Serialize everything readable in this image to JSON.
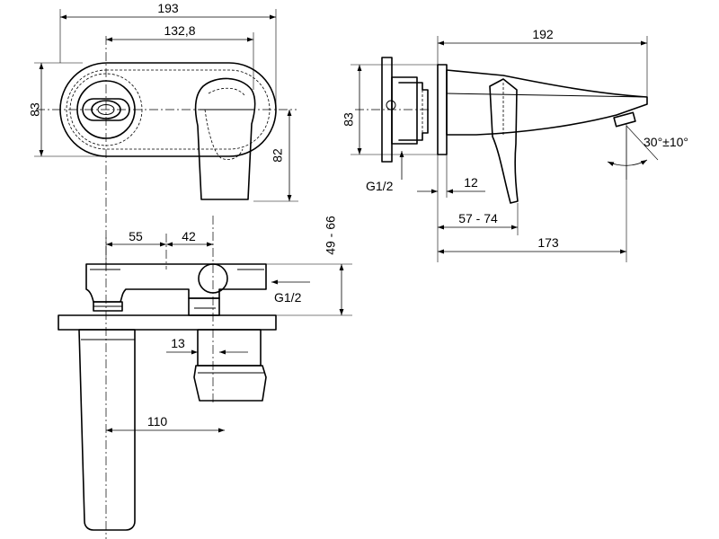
{
  "dimensions": {
    "front_overall_width": "193",
    "front_inner_width": "132,8",
    "front_plate_height": "83",
    "front_lever_height": "82",
    "top_offset_55": "55",
    "top_offset_42": "42",
    "top_depth_range": "49 - 66",
    "top_inlet_label": "G1/2",
    "top_body_offset": "13",
    "top_spout_offset": "110",
    "side_overall_length": "192",
    "side_plate_height": "83",
    "side_inlet_label": "G1/2",
    "side_offset_12": "12",
    "side_range": "57 - 74",
    "side_length_173": "173",
    "side_angle": "30°±10°"
  },
  "colors": {
    "line": "#000000",
    "background": "#ffffff"
  }
}
